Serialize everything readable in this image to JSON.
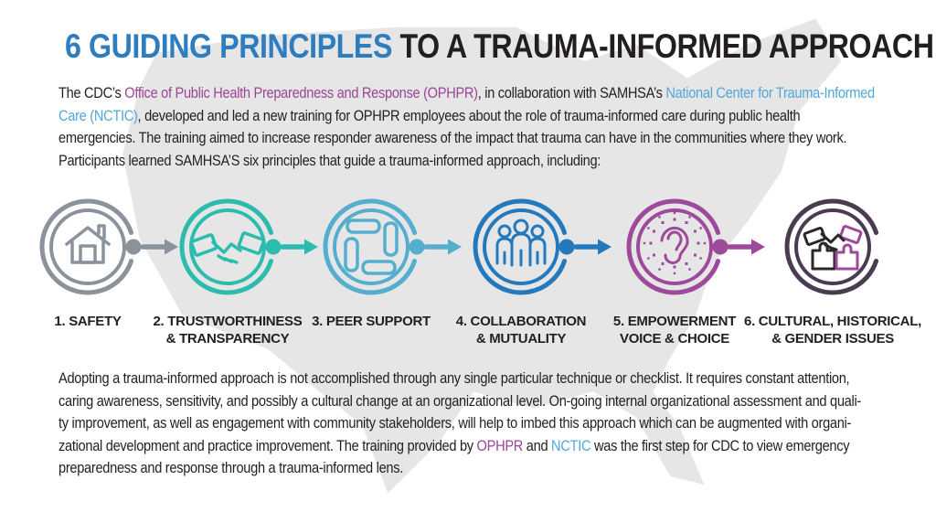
{
  "title": {
    "highlight": "6 GUIDING PRINCIPLES",
    "rest": "TO A TRAUMA-INFORMED APPROACH"
  },
  "colors": {
    "title_blue": "#2e7dbf",
    "body_text": "#231f20",
    "link_purple": "#9b4596",
    "link_blue": "#4fa8d8",
    "map_gray": "#e6e6e6",
    "background": "#ffffff",
    "icon_dark": "#2b2628"
  },
  "intro": {
    "lines": [
      [
        {
          "t": "The CDC’s ",
          "s": "plain"
        },
        {
          "t": "Office of Public Health Preparedness and Response (OPHPR)",
          "s": "purple"
        },
        {
          "t": ", in collaboration with SAMHSA’s ",
          "s": "plain"
        },
        {
          "t": "National Center for Trauma-Informed",
          "s": "blue"
        }
      ],
      [
        {
          "t": "Care (NCTIC)",
          "s": "blue"
        },
        {
          "t": ", developed and led a new training for OPHPR employees about the role of trauma-informed care during public health",
          "s": "plain"
        }
      ],
      [
        {
          "t": "emergencies. The training aimed to increase responder awareness of the impact that trauma can have in the communities where they work.",
          "s": "plain"
        }
      ],
      [
        {
          "t": "Participants learned SAMHSA’S six principles that guide a trauma-informed approach, including:",
          "s": "plain"
        }
      ]
    ]
  },
  "principles": [
    {
      "label_lines": [
        "1. SAFETY"
      ],
      "icon": "house-icon",
      "color": "#8b929b",
      "has_arrow": true
    },
    {
      "label_lines": [
        "2. TRUSTWORTHINESS",
        "& TRANSPARENCY"
      ],
      "icon": "handshake-icon",
      "color": "#2cbcae",
      "has_arrow": true
    },
    {
      "label_lines": [
        "3. PEER SUPPORT"
      ],
      "icon": "hands-square-icon",
      "color": "#55aecd",
      "has_arrow": true
    },
    {
      "label_lines": [
        "4. COLLABORATION",
        "& MUTUALITY"
      ],
      "icon": "people-group-icon",
      "color": "#2478bc",
      "has_arrow": true
    },
    {
      "label_lines": [
        "5. EMPOWERMENT",
        "VOICE & CHOICE"
      ],
      "icon": "ear-listening-icon",
      "color": "#9c4a99",
      "has_arrow": true
    },
    {
      "label_lines": [
        "6. CULTURAL, HISTORICAL,",
        "& GENDER ISSUES"
      ],
      "icon": "handshake-puzzle-icon",
      "color": "#4a3b50",
      "accent": "#9c4a99",
      "has_arrow": false
    }
  ],
  "outro": {
    "lines": [
      [
        {
          "t": "Adopting a trauma-informed approach is not accomplished through any single particular technique or checklist. It requires constant attention,",
          "s": "plain"
        }
      ],
      [
        {
          "t": "caring awareness, sensitivity, and possibly a cultural change at an organizational level. On-going internal organizational assessment and quali-",
          "s": "plain"
        }
      ],
      [
        {
          "t": "ty improvement, as well as engagement with community stakeholders, will help to imbed this approach which can be augmented with organi-",
          "s": "plain"
        }
      ],
      [
        {
          "t": "zational development and practice improvement. The training provided by ",
          "s": "plain"
        },
        {
          "t": "OPHPR",
          "s": "purple"
        },
        {
          "t": " and ",
          "s": "plain"
        },
        {
          "t": "NCTIC",
          "s": "blue"
        },
        {
          "t": " was the first step for CDC to view emergency",
          "s": "plain"
        }
      ],
      [
        {
          "t": "preparedness and response through a trauma-informed lens.",
          "s": "plain"
        }
      ]
    ]
  }
}
